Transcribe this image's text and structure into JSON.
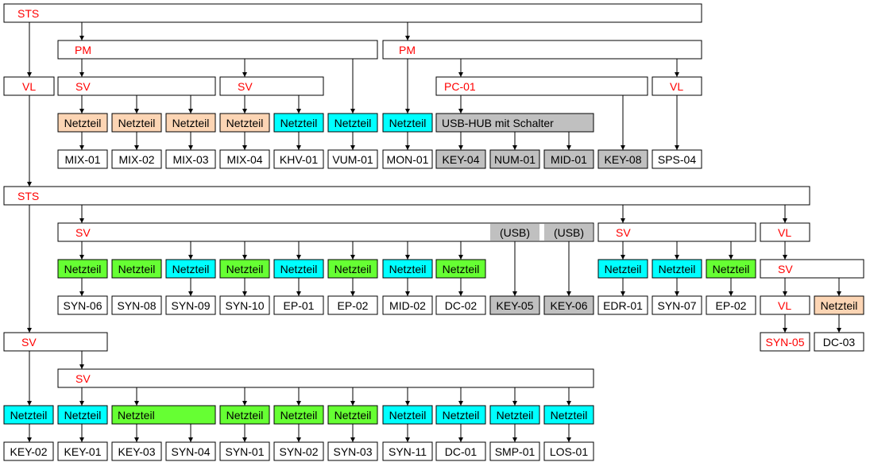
{
  "level1": {
    "sts_top": "STS",
    "pm_left": "PM",
    "pm_right": "PM",
    "vl_left": "VL",
    "sv_a": "SV",
    "sv_b": "SV",
    "pc_01": "PC-01",
    "vl_right": "VL",
    "psu": "Netzteil",
    "usb_hub": "USB-HUB mit Schalter",
    "devices": [
      "MIX-01",
      "MIX-02",
      "MIX-03",
      "MIX-04",
      "KHV-01",
      "VUM-01",
      "MON-01",
      "KEY-04",
      "NUM-01",
      "MID-01",
      "KEY-08",
      "SPS-04"
    ]
  },
  "level2": {
    "sts": "STS",
    "sv_main": "SV",
    "usb": "(USB)",
    "sv_right": "SV",
    "vl_right": "VL",
    "sv_sub": "SV",
    "vl_sub": "VL",
    "psu": "Netzteil",
    "devices": [
      "SYN-06",
      "SYN-08",
      "SYN-09",
      "SYN-10",
      "EP-01",
      "EP-02",
      "MID-02",
      "DC-02",
      "KEY-05",
      "KEY-06",
      "EDR-01",
      "SYN-07",
      "EP-02",
      "SYN-05",
      "DC-03"
    ]
  },
  "level3": {
    "sv_left": "SV",
    "sv_main": "SV",
    "psu": "Netzteil",
    "devices": [
      "KEY-02",
      "KEY-01",
      "KEY-03",
      "SYN-04",
      "SYN-01",
      "SYN-02",
      "SYN-03",
      "SYN-11",
      "DC-01",
      "SMP-01",
      "LOS-01"
    ]
  },
  "colors": {
    "psu_orange": "#fcd5b4",
    "psu_cyan": "#00ffff",
    "psu_green": "#66ff33",
    "usb_gray": "#c0c0c0",
    "label_red": "#ff0000"
  }
}
